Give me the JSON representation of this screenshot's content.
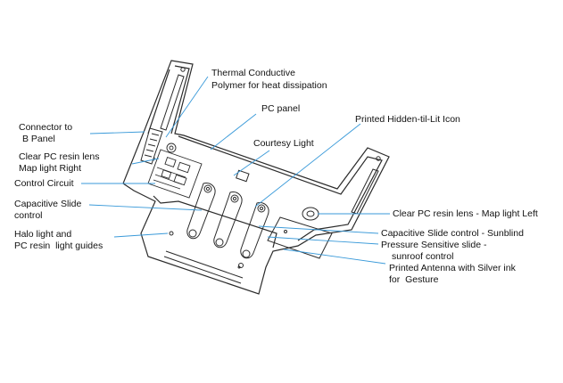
{
  "colors": {
    "outline": "#2b2b2b",
    "leader": "#3a9ad9",
    "text": "#111111"
  },
  "labels": {
    "thermal_line1": "Thermal Conductive",
    "thermal_line2": "Polymer for heat dissipation",
    "pc_panel": "PC panel",
    "hidden_icon": "Printed Hidden-til-Lit Icon",
    "courtesy_light": "Courtesy Light",
    "connector_line1": "Connector to",
    "connector_line2": "B Panel",
    "clear_pc_right_line1": "Clear PC resin lens",
    "clear_pc_right_line2": "Map light Right",
    "control_circuit": "Control Circuit",
    "cap_slide_line1": "Capacitive Slide",
    "cap_slide_line2": "control",
    "halo_line1": "Halo light and",
    "halo_line2": "PC resin  light guides",
    "clear_pc_left": "Clear PC resin lens - Map light Left",
    "cap_sunblind": "Capacitive Slide control - Sunblind",
    "pressure_line1": "Pressure Sensitive slide -",
    "pressure_line2": "sunroof control",
    "antenna_line1": "Printed Antenna with Silver ink",
    "antenna_line2": "for  Gesture"
  }
}
